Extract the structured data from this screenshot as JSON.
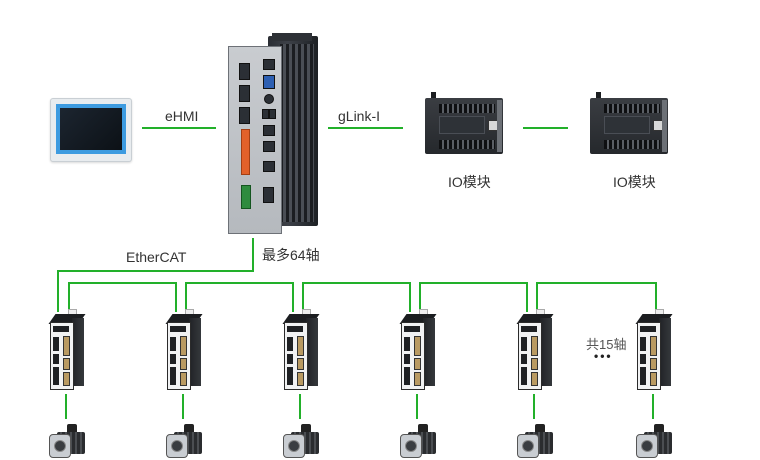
{
  "diagram": {
    "type": "network-topology",
    "link_color": "#22b02a",
    "text_color": "#333333",
    "labels": {
      "ehmi": "eHMI",
      "glink": "gLink-I",
      "ethercat": "EtherCAT",
      "max_axes": "最多64轴",
      "total_axes": "共15轴",
      "ellipsis": "•••"
    },
    "nodes": {
      "hmi": {
        "name": "HMI touch panel"
      },
      "controller": {
        "name": "Motion controller"
      },
      "io_modules": [
        {
          "label": "IO模块"
        },
        {
          "label": "IO模块"
        }
      ],
      "drives": [
        {
          "index": 1
        },
        {
          "index": 2
        },
        {
          "index": 3
        },
        {
          "index": 4
        },
        {
          "index": 5
        },
        {
          "index": 6
        }
      ],
      "motors": [
        {
          "index": 1
        },
        {
          "index": 2
        },
        {
          "index": 3
        },
        {
          "index": 4
        },
        {
          "index": 5
        },
        {
          "index": 6
        }
      ]
    },
    "edges": [
      {
        "from": "hmi",
        "to": "controller",
        "label": "eHMI"
      },
      {
        "from": "controller",
        "to": "io_modules.0",
        "label": "gLink-I"
      },
      {
        "from": "io_modules.0",
        "to": "io_modules.1",
        "label": ""
      },
      {
        "from": "controller",
        "to": "drives",
        "label": "EtherCAT"
      }
    ]
  }
}
